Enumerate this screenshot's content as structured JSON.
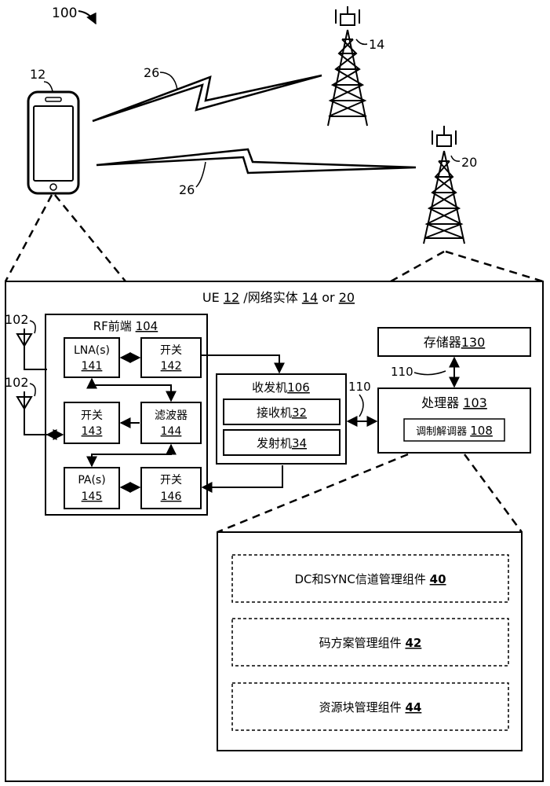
{
  "figure": {
    "figure_ref": "100",
    "ue_ref": "12",
    "tower1_ref": "14",
    "tower2_ref": "20",
    "link_ref_upper": "26",
    "link_ref_lower": "26"
  },
  "main_box": {
    "title_prefix": "UE",
    "title_ue_ref": "12",
    "title_mid": "/网络实体",
    "title_net_ref": "14",
    "title_or": "or",
    "title_net_ref2": "20"
  },
  "antennas": {
    "ant1_ref": "102",
    "ant2_ref": "102"
  },
  "rf_front_end": {
    "label": "RF前端",
    "ref": "104",
    "lna": {
      "label": "LNA(s)",
      "ref": "141"
    },
    "switch_142": {
      "label": "开关",
      "ref": "142"
    },
    "switch_143": {
      "label": "开关",
      "ref": "143"
    },
    "filter_144": {
      "label": "滤波器",
      "ref": "144"
    },
    "pa": {
      "label": "PA(s)",
      "ref": "145"
    },
    "switch_146": {
      "label": "开关",
      "ref": "146"
    }
  },
  "transceiver": {
    "label": "收发机",
    "ref": "106",
    "receiver": {
      "label": "接收机",
      "ref": "32"
    },
    "transmitter": {
      "label": "发射机",
      "ref": "34"
    }
  },
  "bus_refs": {
    "bus_upper": "110",
    "bus_lower": "110"
  },
  "memory": {
    "label": "存储器",
    "ref": "130"
  },
  "processor": {
    "label": "处理器",
    "ref": "103",
    "modem": {
      "label": "调制解调器",
      "ref": "108"
    }
  },
  "components": [
    {
      "label": "DC和SYNC信道管理组件",
      "ref": "40"
    },
    {
      "label": "码方案管理组件",
      "ref": "42"
    },
    {
      "label": "资源块管理组件",
      "ref": "44"
    }
  ]
}
